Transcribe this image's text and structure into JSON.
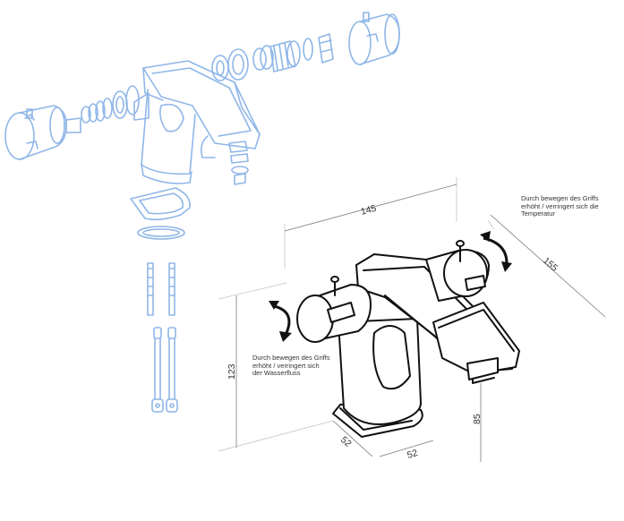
{
  "dimensions": {
    "width_top": "145",
    "depth_diag": "155",
    "height_left": "123",
    "spout_height": "85",
    "base_depth": "52",
    "base_width": "52"
  },
  "notes": {
    "temperature": [
      "Durch bewegen des Griffs",
      "erhöht / verringert sich die",
      "Temperatur"
    ],
    "flow": [
      "Durch bewegen des Griffs",
      "erhöht / verringert sich",
      "der Wasserfluss"
    ]
  },
  "colors": {
    "exploded_line": "#8fb6e8",
    "product_line": "#111111",
    "dimension_line": "#7a7a7a"
  }
}
